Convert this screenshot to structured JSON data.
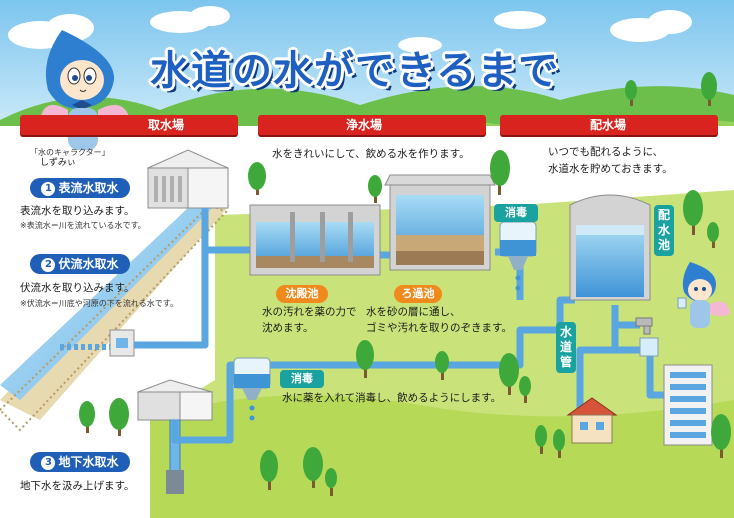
{
  "title": "水道の水ができるまで",
  "sections": {
    "intake": "取水場",
    "purification": "浄水場",
    "distribution": "配水場"
  },
  "mascot": {
    "caption": "「水のキャラクター」",
    "name": "しずみぃ"
  },
  "surface_intake": {
    "number": "1",
    "label": "表流水取水",
    "desc": "表流水を取り込みます。",
    "note": "※表流水＝川を流れている水です。"
  },
  "subsurface_intake": {
    "number": "2",
    "label": "伏流水取水",
    "desc": "伏流水を取り込みます。",
    "note": "※伏流水＝川底や河原の下を流れる水です。"
  },
  "ground_intake": {
    "number": "3",
    "label": "地下水取水",
    "desc": "地下水を汲み上げます。"
  },
  "purification_intro": "水をきれいにして、飲める水を作ります。",
  "sedimentation": {
    "label": "沈殿池",
    "desc_line1": "水の汚れを薬の力で",
    "desc_line2": "沈めます。"
  },
  "filtration": {
    "label": "ろ過池",
    "desc_line1": "水を砂の層に通し、",
    "desc_line2": "ゴミや汚れを取りのぞきます。"
  },
  "disinfection_top": {
    "label": "消毒"
  },
  "disinfection_bottom": {
    "label": "消毒",
    "desc": "水に薬を入れて消毒し、飲めるようにします。"
  },
  "distribution_text": {
    "line1": "いつでも配れるように、",
    "line2": "水道水を貯めておきます。"
  },
  "reservoir_label": "配水池",
  "water_pipe_label": "水道管",
  "colors": {
    "title_blue": "#1e5fc2",
    "banner_red": "#d9231f",
    "pill_blue": "#1f5fb8",
    "orange_tag": "#f08a1c",
    "teal_tag": "#1aa2a0",
    "water_pipe": "#6fb5e8",
    "grass": "#b6d957",
    "sky": "#9fd3f2"
  }
}
